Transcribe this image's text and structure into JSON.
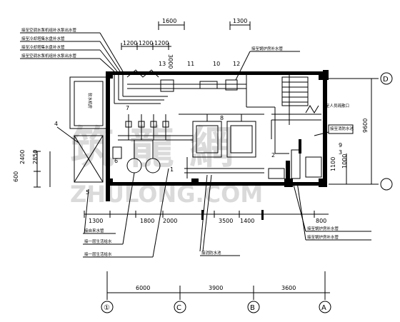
{
  "dimensions": {
    "top": [
      "1600",
      "1300",
      "1200",
      "1200",
      "1200",
      "3000"
    ],
    "left": [
      "2400",
      "2850",
      "600"
    ],
    "bottom": [
      "1300",
      "1800",
      "2000",
      "3500",
      "1400",
      "800"
    ],
    "right": [
      "9600",
      "1100",
      "1000"
    ],
    "axis": [
      "6000",
      "3900",
      "3600"
    ]
  },
  "axes": [
    "①",
    "C",
    "B",
    "A",
    "D"
  ],
  "labels": {
    "top_left": [
      "接至空调水泵机组补水泵出水管",
      "接至冷却塔集水盘补水管",
      "接至冷却塔集水盘补水管",
      "接至空调水泵机组补水泵出水管"
    ],
    "top_right": "接至锅炉房补水管",
    "right": [
      "接至消防水池",
      "至人员疏散口"
    ],
    "right_bottom": [
      "接至锅炉房补水管",
      "接至锅炉房补水管"
    ],
    "left_room": "软水机房",
    "bottom": [
      "接自来水管",
      "接一层生活给水",
      "接一层生活给水",
      "接消防水池"
    ]
  },
  "watermark": {
    "cn": "筑 龍 網",
    "en": "ZHULONG.COM"
  }
}
